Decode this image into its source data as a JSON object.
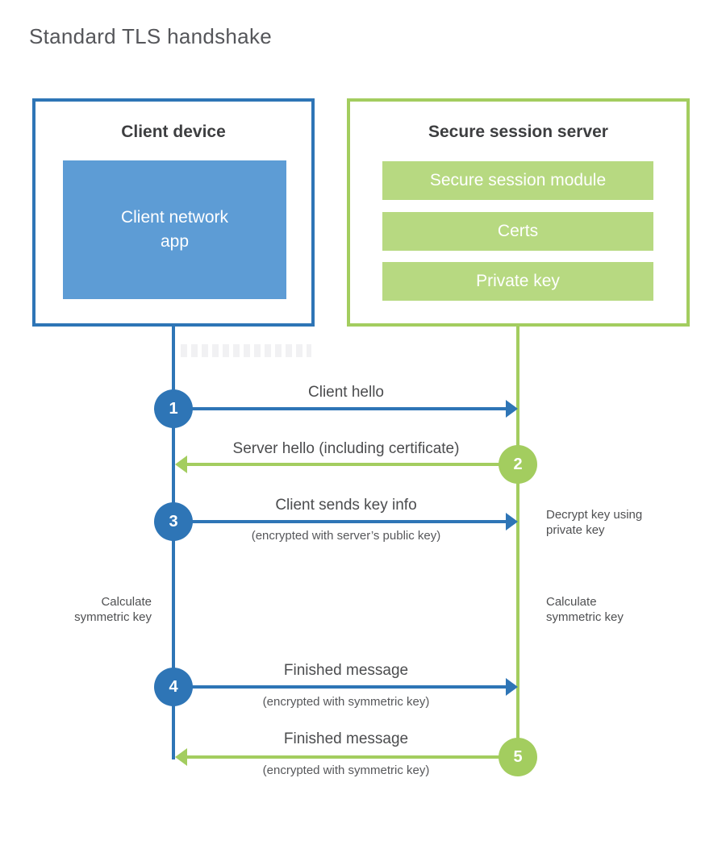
{
  "title": "Standard TLS handshake",
  "colors": {
    "blue_line": "#2e75b6",
    "blue_fill": "#5d9cd5",
    "green_line": "#a3cd5f",
    "green_fill": "#b7d981",
    "heading_text": "#3d3e40",
    "label_text": "#4b4c4e",
    "title_text": "#55565a"
  },
  "client": {
    "title": "Client device",
    "app_label": "Client network\napp"
  },
  "server": {
    "title": "Secure session server",
    "modules": [
      "Secure session module",
      "Certs",
      "Private key"
    ]
  },
  "messages": [
    {
      "step": "1",
      "label": "Client hello",
      "sub": "",
      "direction": "right",
      "from": "client",
      "to": "server"
    },
    {
      "step": "2",
      "label": "Server hello (including certificate)",
      "sub": "",
      "direction": "left",
      "from": "server",
      "to": "client"
    },
    {
      "step": "3",
      "label": "Client sends key info",
      "sub": "(encrypted with server’s public key)",
      "direction": "right",
      "from": "client",
      "to": "server"
    },
    {
      "step": "4",
      "label": "Finished message",
      "sub": "(encrypted with symmetric key)",
      "direction": "right",
      "from": "client",
      "to": "server"
    },
    {
      "step": "5",
      "label": "Finished message",
      "sub": "(encrypted with symmetric key)",
      "direction": "left",
      "from": "server",
      "to": "client"
    }
  ],
  "annotations": {
    "decrypt_right": "Decrypt key using\nprivate key",
    "calculate_left": "Calculate\nsymmetric key",
    "calculate_right": "Calculate\nsymmetric key"
  }
}
